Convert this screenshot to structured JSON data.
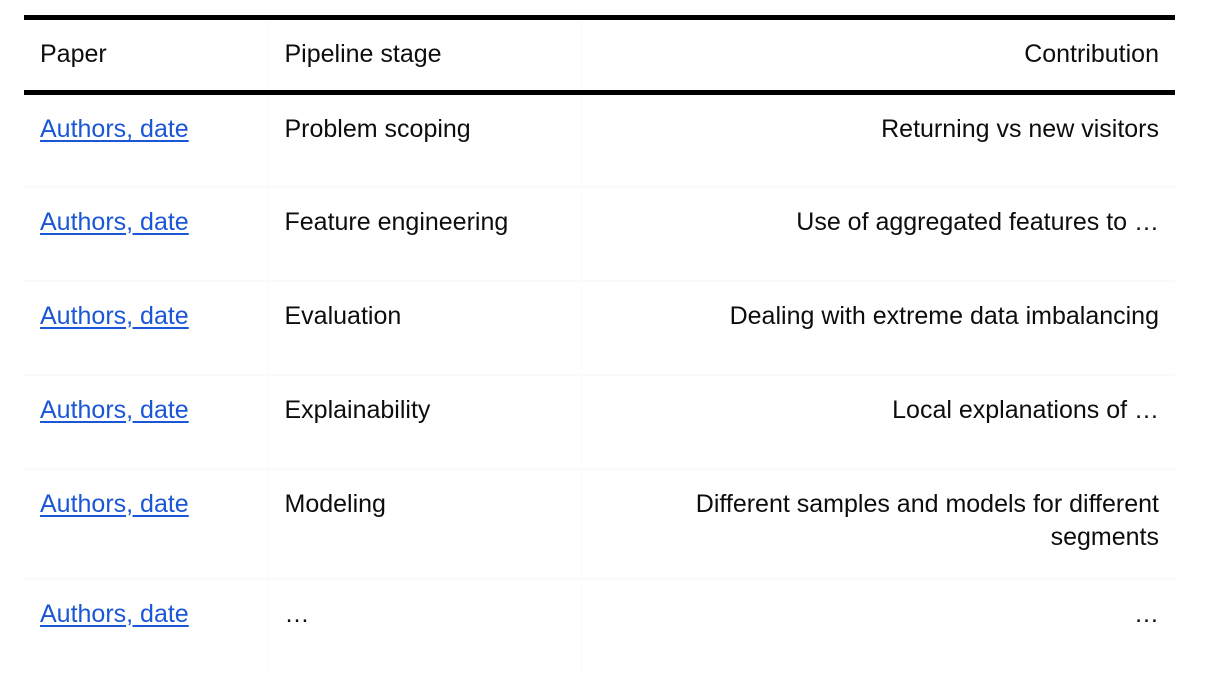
{
  "table": {
    "columns": [
      {
        "key": "paper",
        "label": "Paper",
        "align": "left"
      },
      {
        "key": "stage",
        "label": "Pipeline stage",
        "align": "left"
      },
      {
        "key": "contribution",
        "label": "Contribution",
        "align": "right"
      }
    ],
    "link_color": "#1a56d6",
    "rule_color": "#000000",
    "row_separator_color": "#fafafa",
    "rows": [
      {
        "paper": "Authors, date",
        "stage": "Problem scoping",
        "contribution": "Returning vs new visitors"
      },
      {
        "paper": "Authors, date",
        "stage": "Feature engineering",
        "contribution": "Use of aggregated features to …"
      },
      {
        "paper": "Authors, date",
        "stage": "Evaluation",
        "contribution": "Dealing with extreme data imbalancing"
      },
      {
        "paper": "Authors, date",
        "stage": "Explainability",
        "contribution": "Local explanations of …"
      },
      {
        "paper": "Authors, date",
        "stage": "Modeling",
        "contribution": "Different samples and models for different segments"
      },
      {
        "paper": "Authors, date",
        "stage": "…",
        "contribution": "…"
      }
    ]
  }
}
